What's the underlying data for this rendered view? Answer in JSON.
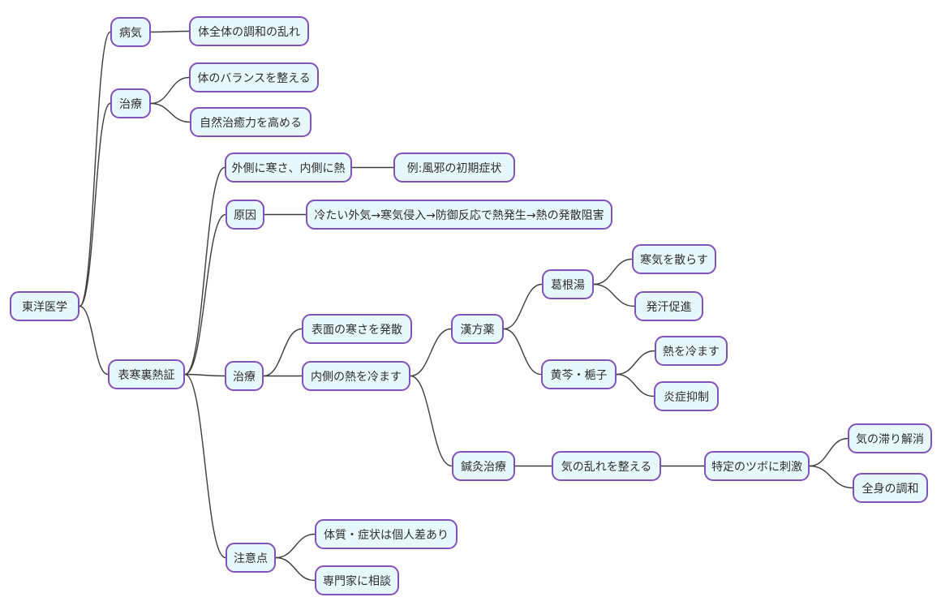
{
  "diagram": {
    "type": "mindmap",
    "topic": "東洋医学",
    "colors": {
      "background": "#ffffff",
      "node_fill": "#e7f8fd",
      "node_border": "#8152b8",
      "node_text": "#2d2d2d",
      "edge": "#3d3d3d"
    },
    "nodes": [
      {
        "id": "root",
        "label": "東洋医学"
      },
      {
        "id": "byoki",
        "label": "病気"
      },
      {
        "id": "chowa",
        "label": "体全体の調和の乱れ"
      },
      {
        "id": "chiryo1",
        "label": "治療"
      },
      {
        "id": "balance",
        "label": "体のバランスを整える"
      },
      {
        "id": "shizen",
        "label": "自然治癒力を高める"
      },
      {
        "id": "hyokan",
        "label": "表寒裏熱証"
      },
      {
        "id": "sotogawa",
        "label": "外側に寒さ、内側に熱"
      },
      {
        "id": "kaze",
        "label": "例:風邪の初期症状"
      },
      {
        "id": "genin",
        "label": "原因"
      },
      {
        "id": "reigai",
        "label": "冷たい外気→寒気侵入→防御反応で熱発生→熱の発散阻害"
      },
      {
        "id": "chiryo2",
        "label": "治療"
      },
      {
        "id": "hyomen",
        "label": "表面の寒さを発散"
      },
      {
        "id": "uchigawa",
        "label": "内側の熱を冷ます"
      },
      {
        "id": "kampo",
        "label": "漢方薬"
      },
      {
        "id": "kakkonto",
        "label": "葛根湯"
      },
      {
        "id": "samuke",
        "label": "寒気を散らす"
      },
      {
        "id": "hakkan",
        "label": "発汗促進"
      },
      {
        "id": "ogon",
        "label": "黄芩・梔子"
      },
      {
        "id": "netsu",
        "label": "熱を冷ます"
      },
      {
        "id": "ensho",
        "label": "炎症抑制"
      },
      {
        "id": "shinkyu",
        "label": "鍼灸治療"
      },
      {
        "id": "kimidare",
        "label": "気の乱れを整える"
      },
      {
        "id": "tsubo",
        "label": "特定のツボに刺激"
      },
      {
        "id": "kitodokori",
        "label": "気の滞り解消"
      },
      {
        "id": "zenshin",
        "label": "全身の調和"
      },
      {
        "id": "chuiten",
        "label": "注意点"
      },
      {
        "id": "taishitsu",
        "label": "体質・症状は個人差あり"
      },
      {
        "id": "senmonka",
        "label": "専門家に相談"
      }
    ],
    "edges": [
      {
        "from": "root",
        "to": "byoki"
      },
      {
        "from": "root",
        "to": "chiryo1"
      },
      {
        "from": "root",
        "to": "hyokan"
      },
      {
        "from": "byoki",
        "to": "chowa"
      },
      {
        "from": "chiryo1",
        "to": "balance"
      },
      {
        "from": "chiryo1",
        "to": "shizen"
      },
      {
        "from": "hyokan",
        "to": "sotogawa"
      },
      {
        "from": "hyokan",
        "to": "genin"
      },
      {
        "from": "hyokan",
        "to": "chiryo2"
      },
      {
        "from": "hyokan",
        "to": "chuiten"
      },
      {
        "from": "sotogawa",
        "to": "kaze"
      },
      {
        "from": "genin",
        "to": "reigai"
      },
      {
        "from": "chiryo2",
        "to": "hyomen"
      },
      {
        "from": "chiryo2",
        "to": "uchigawa"
      },
      {
        "from": "uchigawa",
        "to": "kampo"
      },
      {
        "from": "uchigawa",
        "to": "shinkyu"
      },
      {
        "from": "kampo",
        "to": "kakkonto"
      },
      {
        "from": "kampo",
        "to": "ogon"
      },
      {
        "from": "kakkonto",
        "to": "samuke"
      },
      {
        "from": "kakkonto",
        "to": "hakkan"
      },
      {
        "from": "ogon",
        "to": "netsu"
      },
      {
        "from": "ogon",
        "to": "ensho"
      },
      {
        "from": "shinkyu",
        "to": "kimidare"
      },
      {
        "from": "kimidare",
        "to": "tsubo"
      },
      {
        "from": "tsubo",
        "to": "kitodokori"
      },
      {
        "from": "tsubo",
        "to": "zenshin"
      },
      {
        "from": "chuiten",
        "to": "taishitsu"
      },
      {
        "from": "chuiten",
        "to": "senmonka"
      }
    ]
  }
}
